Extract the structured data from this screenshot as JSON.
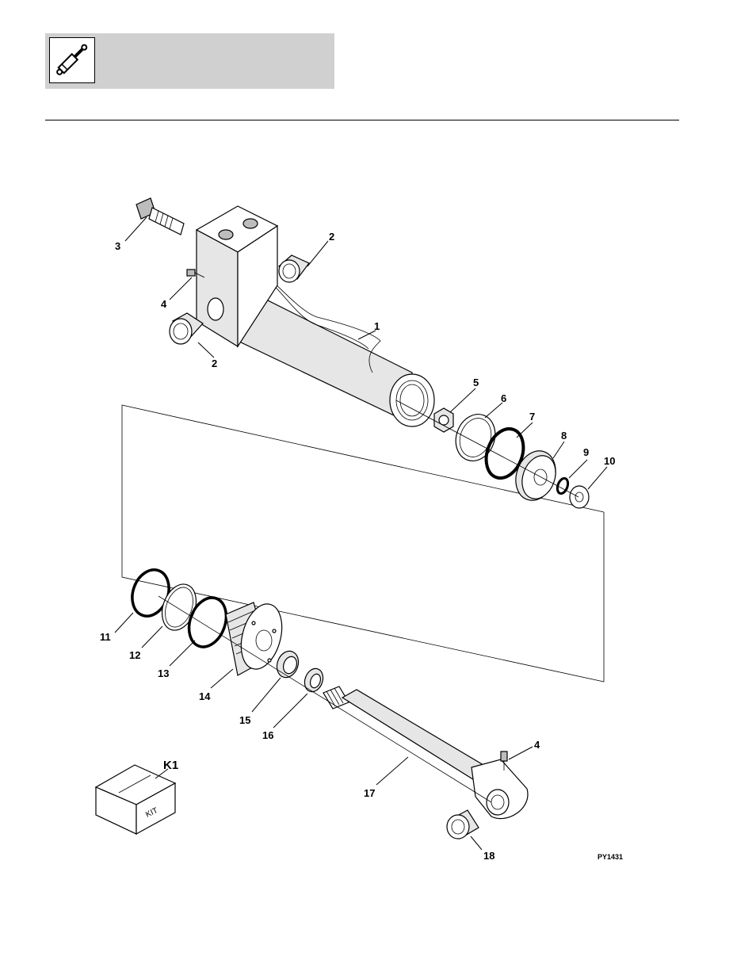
{
  "header": {
    "icon": "hydraulic-cylinder-icon"
  },
  "figure": {
    "figure_id": "PY1431",
    "kit_box_label": "KIT",
    "callouts": {
      "c1": "1",
      "c2a": "2",
      "c2b": "2",
      "c3": "3",
      "c4a": "4",
      "c4b": "4",
      "c5": "5",
      "c6": "6",
      "c7": "7",
      "c8": "8",
      "c9": "9",
      "c10": "10",
      "c11": "11",
      "c12": "12",
      "c13": "13",
      "c14": "14",
      "c15": "15",
      "c16": "16",
      "c17": "17",
      "c18": "18",
      "k1": "K1"
    }
  }
}
